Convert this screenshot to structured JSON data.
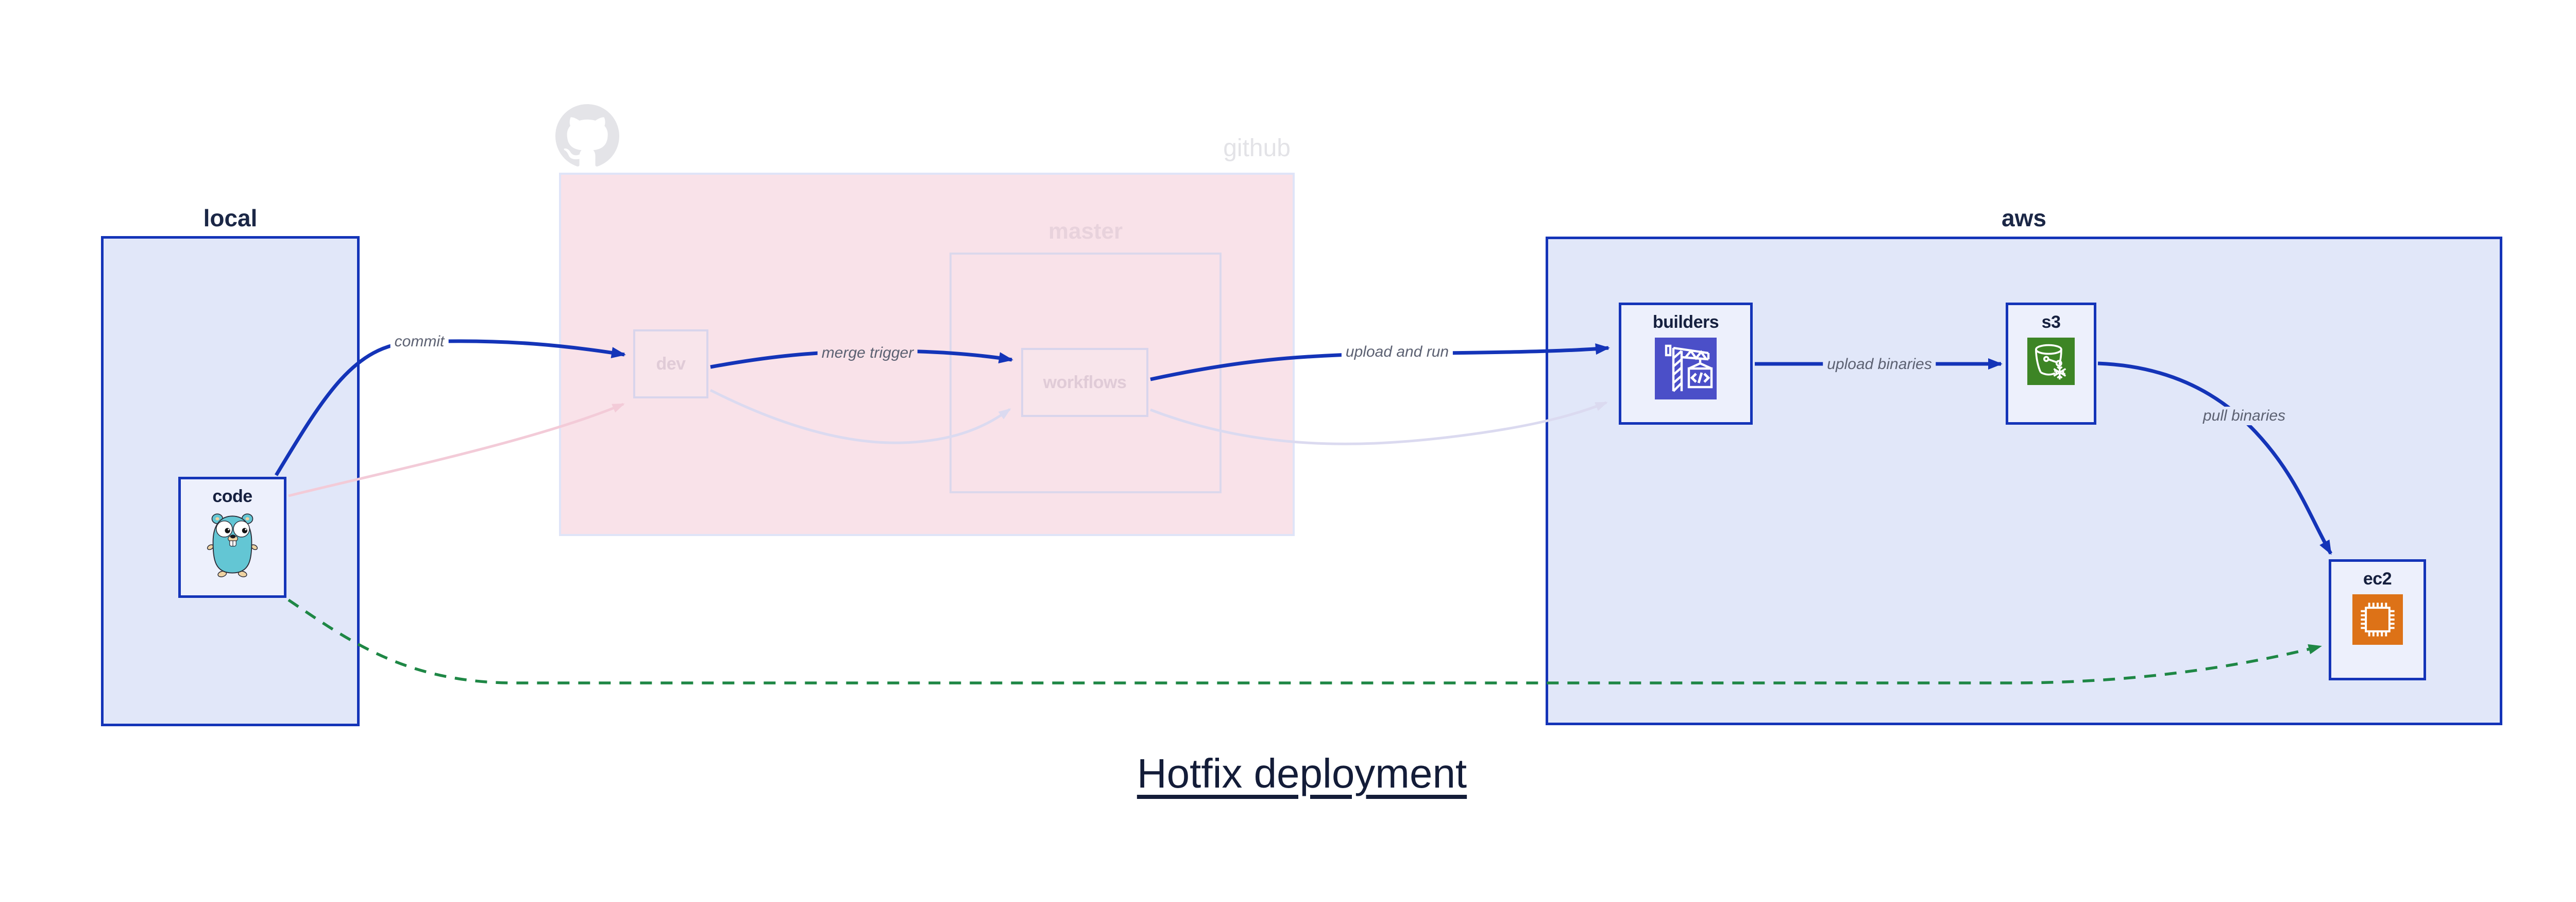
{
  "diagram_title": "Hotfix deployment",
  "groups": {
    "local": {
      "label": "local"
    },
    "github": {
      "label": "github",
      "state": "faded",
      "master": {
        "label": "master",
        "state": "faded"
      }
    },
    "aws": {
      "label": "aws"
    }
  },
  "nodes": {
    "code": {
      "label": "code",
      "icon": "go-gopher-icon",
      "group": "local"
    },
    "dev": {
      "label": "dev",
      "state": "faded",
      "group": "github"
    },
    "workflows": {
      "label": "workflows",
      "state": "faded",
      "group": "github/master"
    },
    "builders": {
      "label": "builders",
      "icon": "aws-codebuild-icon",
      "group": "aws"
    },
    "s3": {
      "label": "s3",
      "icon": "aws-s3-glacier-icon",
      "group": "aws"
    },
    "ec2": {
      "label": "ec2",
      "icon": "aws-ec2-chip-icon",
      "group": "aws"
    }
  },
  "edges": [
    {
      "id": "commit",
      "label": "commit",
      "from": "code",
      "to": "dev",
      "style": "solid-blue"
    },
    {
      "id": "merge-trigger",
      "label": "merge trigger",
      "from": "dev",
      "to": "workflows",
      "style": "solid-blue"
    },
    {
      "id": "upload-and-run",
      "label": "upload and run",
      "from": "workflows",
      "to": "builders",
      "style": "solid-blue"
    },
    {
      "id": "upload-binaries",
      "label": "upload binaries",
      "from": "builders",
      "to": "s3",
      "style": "solid-blue"
    },
    {
      "id": "pull-binaries",
      "label": "pull binaries",
      "from": "s3",
      "to": "ec2",
      "style": "solid-blue"
    },
    {
      "id": "hotfix-pull",
      "label": "",
      "from": "code",
      "to": "ec2",
      "style": "dashed-green"
    },
    {
      "id": "faded-commit",
      "label": "",
      "from": "code",
      "to": "dev",
      "style": "faded-pink"
    },
    {
      "id": "faded-merge",
      "label": "",
      "from": "dev",
      "to": "workflows",
      "style": "faded-lavender"
    },
    {
      "id": "faded-run",
      "label": "",
      "from": "workflows",
      "to": "builders",
      "style": "faded-lavender"
    }
  ],
  "colors": {
    "flow_blue": "#1434b8",
    "hotfix_green": "#1e8745",
    "group_fill_blue": "#e1e7f9",
    "node_fill_blue": "#edf0fc",
    "github_fill_pink": "#f9e2e9",
    "faded_border_lavender": "#d9d5ec",
    "faded_node_fill": "#f8e5eb",
    "faded_label_pink": "#e0cbd7",
    "faded_arrow_pink": "#f3cbd8",
    "faded_arrow_lavender": "#dbdaf0",
    "faded_text_gray": "#e3e3e7",
    "edge_label_gray": "#5c6172",
    "title_navy": "#131c38",
    "codebuild_indigo": "#4b4fc8",
    "s3_glacier_green": "#3d8525",
    "ec2_orange": "#dd7217",
    "gopher_teal": "#63c6d4"
  }
}
